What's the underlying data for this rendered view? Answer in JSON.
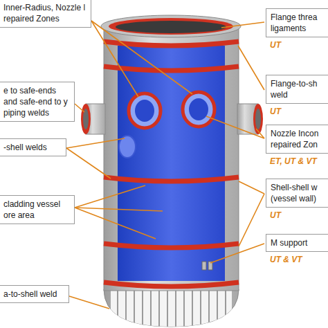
{
  "diagram": {
    "nodes": [
      {
        "text": [
          "Inner-Radius, Nozzle l repaired Zones"
        ]
      },
      {
        "text": [
          "e to safe-ends and safe-end to y piping welds"
        ]
      },
      {
        "text": [
          "-shell welds"
        ]
      },
      {
        "text": [
          "cladding vessel ore area"
        ]
      },
      {
        "text": [
          "a-to-shell weld"
        ]
      },
      {
        "text": [
          "Flange threa ligaments"
        ]
      },
      {
        "text": [
          "Flange-to-sh weld"
        ]
      },
      {
        "text": [
          "Nozzle Incon repaired Zon"
        ]
      },
      {
        "text": [
          "Shell-shell w (vessel wall)"
        ]
      },
      {
        "text": [
          "M support"
        ]
      }
    ],
    "labels": [
      "UT",
      "UT",
      "ET, UT & VT",
      "UT",
      "UT & VT"
    ]
  }
}
